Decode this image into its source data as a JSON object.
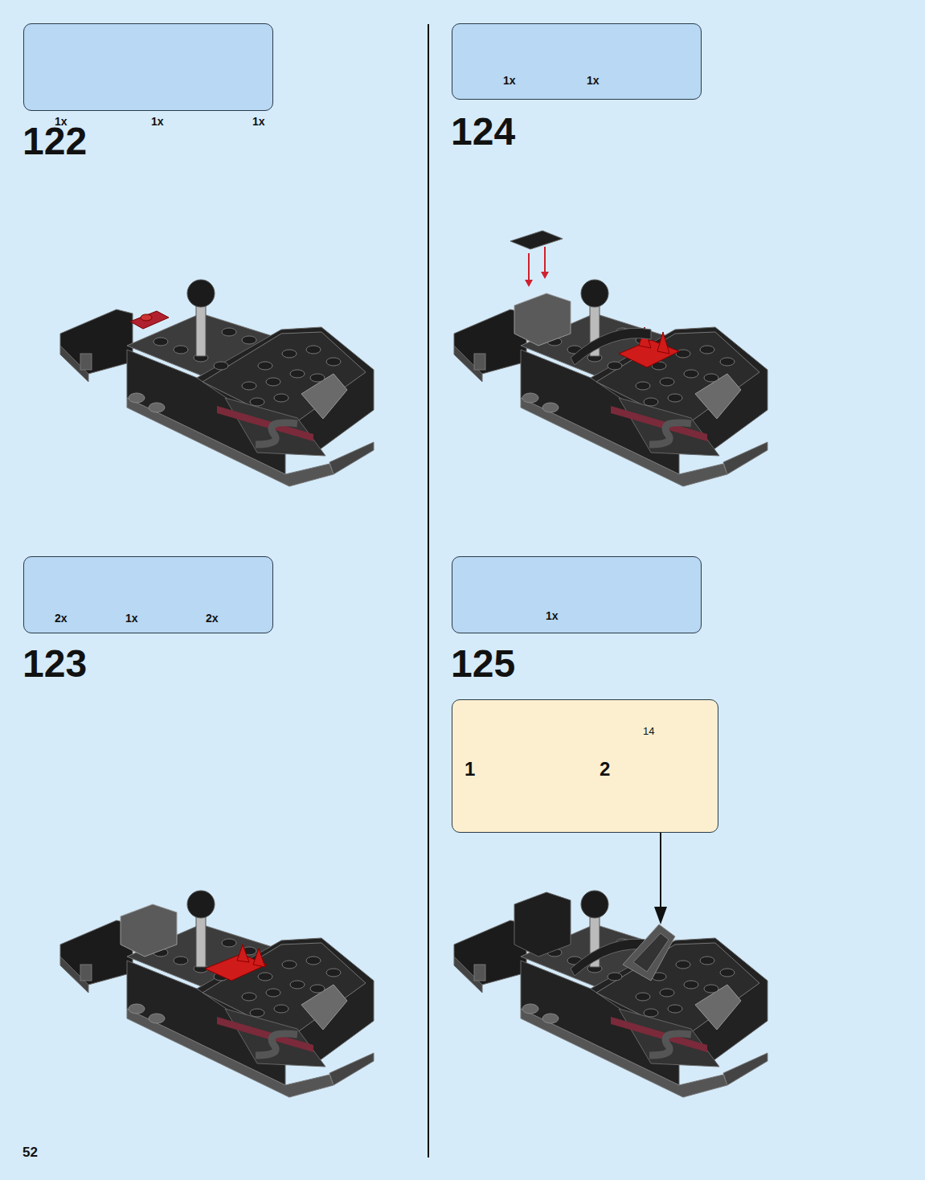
{
  "diagram": {
    "nodes": [
      {
        "text": [
          "1x",
          "1x",
          "1x"
        ]
      },
      {
        "text": [
          "2x",
          "1x",
          "2x"
        ]
      },
      {
        "text": [
          "1x",
          "1x"
        ]
      },
      {
        "text": [
          "1x"
        ]
      },
      {
        "text": [
          "1",
          "2"
        ]
      }
    ],
    "labels": [
      "122",
      "123",
      "124",
      "125",
      "14",
      "52"
    ]
  }
}
